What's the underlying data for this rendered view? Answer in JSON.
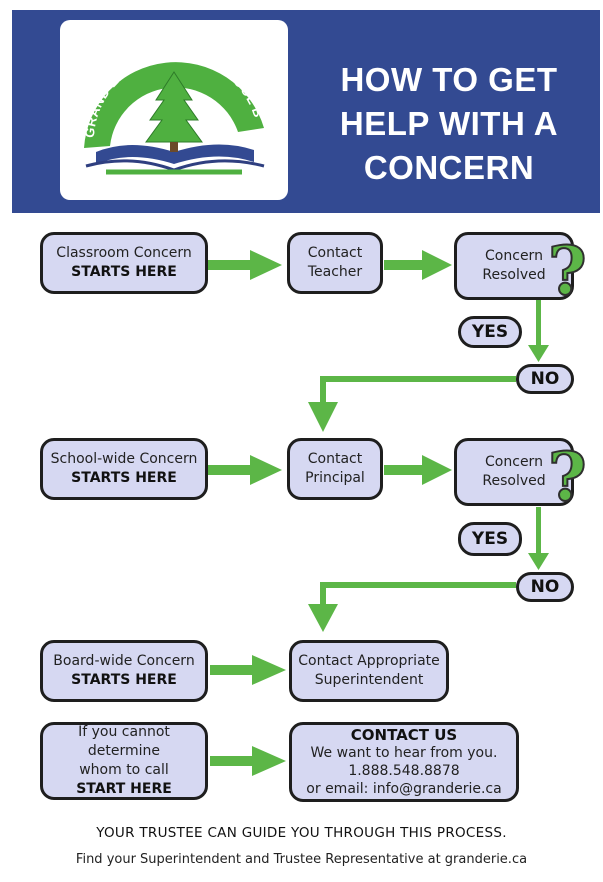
{
  "header": {
    "logo_text": "GRAND ERIE DISTRICT SCHOOL BOARD",
    "title_lines": [
      "HOW TO GET",
      "HELP WITH A",
      "CONCERN"
    ],
    "colors": {
      "banner": "#334a92",
      "accent_green": "#5cb647",
      "box_fill": "#d6d8f2"
    }
  },
  "row1": {
    "start": {
      "line1": "Classroom Concern",
      "line2": "STARTS HERE"
    },
    "contact": {
      "line1": "Contact",
      "line2": "Teacher"
    },
    "resolved": {
      "line1": "Concern",
      "line2": "Resolved"
    },
    "yes": "YES",
    "no": "NO"
  },
  "row2": {
    "start": {
      "line1": "School-wide Concern",
      "line2": "STARTS HERE"
    },
    "contact": {
      "line1": "Contact",
      "line2": "Principal"
    },
    "resolved": {
      "line1": "Concern",
      "line2": "Resolved"
    },
    "yes": "YES",
    "no": "NO"
  },
  "row3": {
    "start": {
      "line1": "Board-wide Concern",
      "line2": "STARTS HERE"
    },
    "contact": {
      "line1": "Contact Appropriate",
      "line2": "Superintendent"
    }
  },
  "row4": {
    "start": {
      "line1": "If you cannot determine",
      "line2": "whom to call",
      "line3": "START HERE"
    },
    "contact": {
      "heading": "CONTACT US",
      "line1": "We want to hear from you.",
      "line2": "1.888.548.8878",
      "line3": "or email: info@granderie.ca"
    }
  },
  "footer": {
    "line1": "YOUR TRUSTEE CAN GUIDE YOU THROUGH THIS PROCESS.",
    "line2": "Find your Superintendent and Trustee Representative at granderie.ca"
  }
}
